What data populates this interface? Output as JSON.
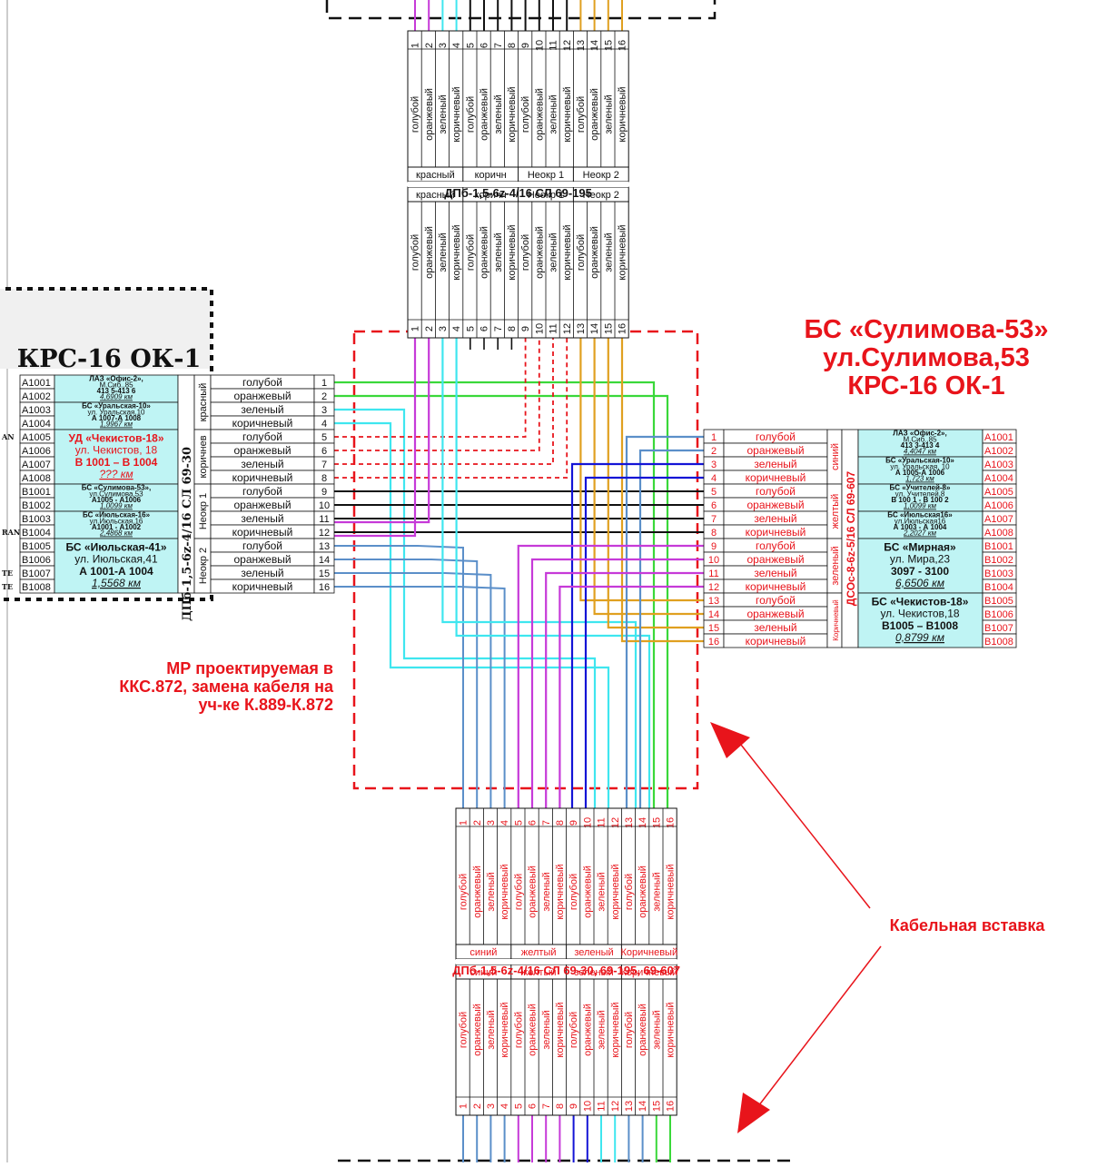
{
  "title_block": {
    "line1": "БС «Сулимова-53»",
    "line2": "ул.Сулимова,53",
    "line3": "КРС-16 ОК-1"
  },
  "left_box_title": "КРС-16  ОК-1",
  "mr_note": [
    "МР проектируемая в",
    "ККС.872, замена кабеля на",
    "уч-ке К.889-К.872"
  ],
  "insert_label": "Кабельная вставка",
  "fiber_names": [
    "голубой",
    "оранжевый",
    "зеленый",
    "коричневый",
    "голубой",
    "оранжевый",
    "зеленый",
    "коричневый",
    "голубой",
    "оранжевый",
    "зеленый",
    "коричневый",
    "голубой",
    "оранжевый",
    "зеленый",
    "коричневый"
  ],
  "numbers": [
    "1",
    "2",
    "3",
    "4",
    "5",
    "6",
    "7",
    "8",
    "9",
    "10",
    "11",
    "12",
    "13",
    "14",
    "15",
    "16"
  ],
  "top_connector": {
    "groups": [
      "красный",
      "коричн",
      "Неокр 1",
      "Неокр 2"
    ],
    "cable": "ДПб-1,5-6z-4/16 СЛ 69-195"
  },
  "bottom_connector": {
    "groups": [
      "синий",
      "желтый",
      "зеленый",
      "Коричневый"
    ],
    "cable": "ДПб-1,5-6z-4/16 СЛ 69-30, 69-195, 69-607"
  },
  "left_cable": {
    "label": "ДПб-1,5-6z-4/16  СЛ 69-30",
    "modules": [
      "красный",
      "коричнев",
      "Неокр 1",
      "Неокр 2"
    ],
    "ports": [
      "A1001",
      "A1002",
      "A1003",
      "A1004",
      "A1005",
      "A1006",
      "A1007",
      "A1008",
      "B1001",
      "B1002",
      "B1003",
      "B1004",
      "B1005",
      "B1006",
      "B1007",
      "B1008"
    ],
    "edge_marks": [
      "AN",
      "RAN",
      "TE",
      "TE"
    ],
    "sites": [
      {
        "name": "ЛАЗ «Офис-2»,",
        "addr": "М.Сиб.,85",
        "range": "413 5-413 6",
        "dist": "4,6909 км"
      },
      {
        "name": "БС «Уральская-10»",
        "addr": "ул. Уральская,10",
        "range": "А 1007-А 1008",
        "dist": "1,9967 км"
      },
      {
        "name": "УД «Чекистов-18»",
        "addr": "ул. Чекистов, 18",
        "range": "В 1001 – В 1004",
        "dist": "??? км"
      },
      {
        "name": "БС «Сулимова-53»,",
        "addr": "ул.Сулимова,53",
        "range": "А1005 - А1006",
        "dist": "1,0099 км"
      },
      {
        "name": "БС «Июльская-16»",
        "addr": "ул.Июльская,16",
        "range": "А1001 - А1002",
        "dist": "2,4868 км"
      },
      {
        "name": "БС «Июльская-41»",
        "addr": "ул. Июльская,41",
        "range": "А 1001-А 1004",
        "dist": "1,5568 км"
      }
    ]
  },
  "right_cable": {
    "label": "ДСОс-8-6z-5/16 СЛ 69-607",
    "modules": [
      "синий",
      "желтый",
      "зеленый",
      "Коричневый"
    ],
    "ports": [
      "A1001",
      "A1002",
      "A1003",
      "A1004",
      "A1005",
      "A1006",
      "A1007",
      "A1008",
      "B1001",
      "B1002",
      "B1003",
      "B1004",
      "B1005",
      "B1006",
      "B1007",
      "B1008"
    ],
    "sites": [
      {
        "name": "ЛАЗ «Офис-2»,",
        "addr": "М.Сиб.,85",
        "range": "413 3-413 4",
        "dist": "4,4047 км"
      },
      {
        "name": "БС «Уральская-10»",
        "addr": "ул. Уральская, 10",
        "range": "А 1005-А 1006",
        "dist": "1,723 км"
      },
      {
        "name": "БС «Учителей-8»",
        "addr": "ул. Учителей,8",
        "range": "В 100 1 - В 100 2",
        "dist": "1,0099 км"
      },
      {
        "name": "БС «Июльская16»",
        "addr": "ул.Июльская16",
        "range": "А 1003 - А 1004",
        "dist": "2,2027 км"
      },
      {
        "name": "БС «Мирная»",
        "addr": "ул. Мира,23",
        "range": "3097 - 3100",
        "dist": "6,6506 км"
      },
      {
        "name": "БС «Чекистов-18»",
        "addr": "ул. Чекистов,18",
        "range": "В1005 – В1008",
        "dist": "0,8799 км"
      }
    ]
  },
  "colors": {
    "accent_red": "#e8141b",
    "wire_cyan": "#3fe6ef",
    "wire_green": "#3ad83a",
    "wire_blue": "#1414d6",
    "wire_magenta": "#c63ad8",
    "wire_steel": "#5b8fc9",
    "wire_orange": "#e0a020",
    "wire_black": "#111111",
    "wire_red_dashed": "#e8141b",
    "site_box_fill": "#bff4f4"
  }
}
